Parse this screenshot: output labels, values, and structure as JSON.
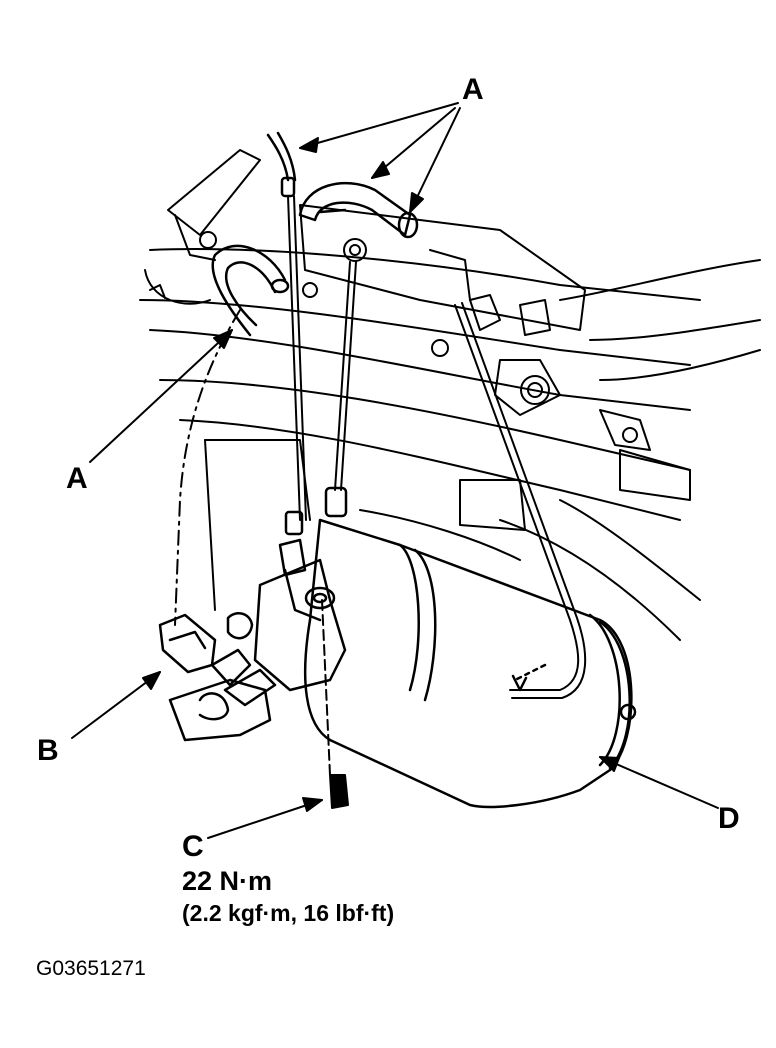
{
  "callouts": {
    "a_top": "A",
    "a_left": "A",
    "b": "B",
    "c": "C",
    "d": "D"
  },
  "torque_spec": {
    "value": "22 N·m",
    "conversions": "(2.2 kgf·m, 16 lbf·ft)"
  },
  "figure_id": "G03651271",
  "colors": {
    "line": "#000000",
    "background": "#ffffff"
  }
}
